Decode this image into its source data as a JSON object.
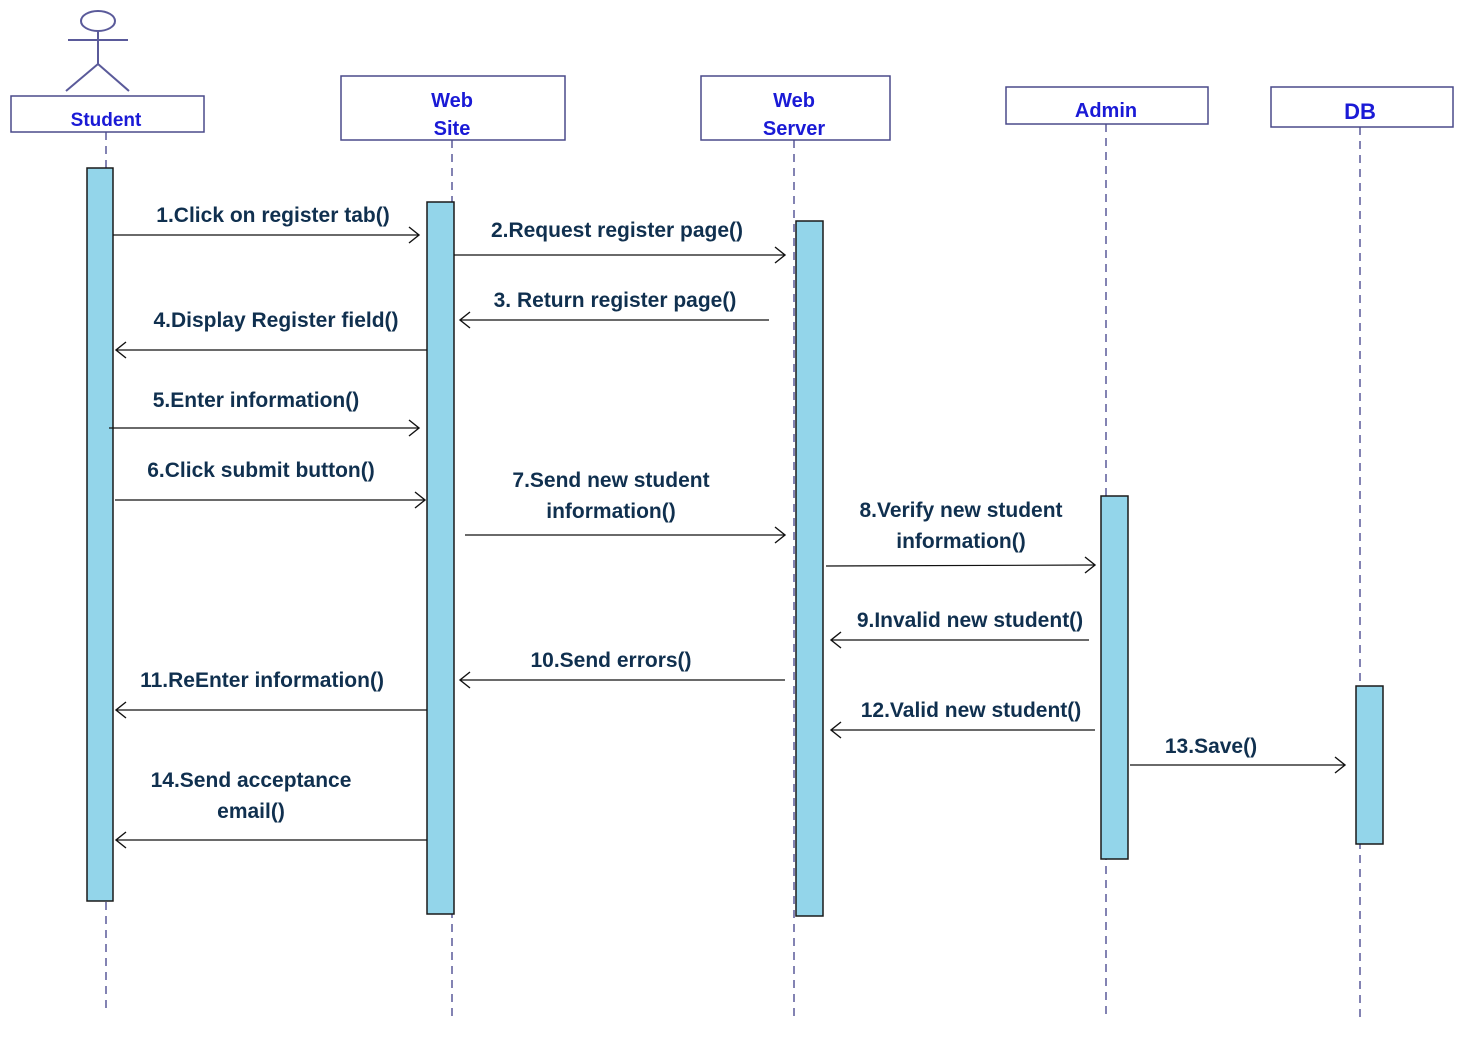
{
  "participants": [
    {
      "id": "student",
      "lines": [
        "Student"
      ],
      "is_actor": true
    },
    {
      "id": "website",
      "lines": [
        "Web",
        "Site"
      ]
    },
    {
      "id": "webserver",
      "lines": [
        "Web",
        "Server"
      ]
    },
    {
      "id": "admin",
      "lines": [
        "Admin"
      ]
    },
    {
      "id": "db",
      "lines": [
        "DB"
      ]
    }
  ],
  "messages": [
    {
      "number": 1,
      "from": "student",
      "to": "website",
      "lines": [
        "1.Click on register tab()"
      ]
    },
    {
      "number": 2,
      "from": "website",
      "to": "webserver",
      "lines": [
        "2.Request register page()"
      ]
    },
    {
      "number": 3,
      "from": "webserver",
      "to": "website",
      "lines": [
        "3. Return register page()"
      ]
    },
    {
      "number": 4,
      "from": "website",
      "to": "student",
      "lines": [
        "4.Display Register field()"
      ]
    },
    {
      "number": 5,
      "from": "student",
      "to": "website",
      "lines": [
        "5.Enter information()"
      ]
    },
    {
      "number": 6,
      "from": "student",
      "to": "website",
      "lines": [
        "6.Click submit button()"
      ]
    },
    {
      "number": 7,
      "from": "website",
      "to": "webserver",
      "lines": [
        "7.Send new student",
        "information()"
      ]
    },
    {
      "number": 8,
      "from": "webserver",
      "to": "admin",
      "lines": [
        "8.Verify new student",
        "information()"
      ]
    },
    {
      "number": 9,
      "from": "admin",
      "to": "webserver",
      "lines": [
        "9.Invalid new student()"
      ]
    },
    {
      "number": 10,
      "from": "webserver",
      "to": "website",
      "lines": [
        "10.Send errors()"
      ]
    },
    {
      "number": 11,
      "from": "website",
      "to": "student",
      "lines": [
        "11.ReEnter information()"
      ]
    },
    {
      "number": 12,
      "from": "admin",
      "to": "webserver",
      "lines": [
        "12.Valid new student()"
      ]
    },
    {
      "number": 13,
      "from": "admin",
      "to": "db",
      "lines": [
        "13.Save()"
      ]
    },
    {
      "number": 14,
      "from": "website",
      "to": "student",
      "lines": [
        "14.Send acceptance",
        "email()"
      ]
    }
  ],
  "colors": {
    "participant_text": "#1a1ad6",
    "message_text": "#10304f",
    "activation_fill": "#93d5ea",
    "lifeline": "#5a5a9a"
  }
}
